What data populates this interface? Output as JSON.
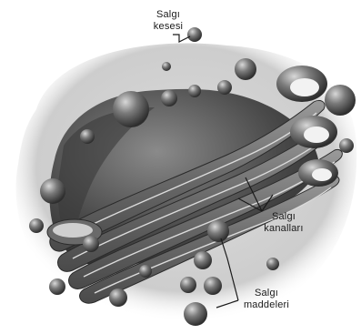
{
  "labels": {
    "vesicle": {
      "line1": "Salgı",
      "line2": "kesesi"
    },
    "channels": {
      "line1": "Salgı",
      "line2": "kanalları"
    },
    "materials": {
      "line1": "Salgı",
      "line2": "maddeleri"
    }
  },
  "icons": {
    "organelle": "golgi-apparatus-icon"
  },
  "colors": {
    "background": "#ffffff",
    "cytoplasm": "#cfcfcf",
    "body": "#4a4a4a",
    "cisterna": "#7a7a7a",
    "highlight": "#e8e8e8",
    "line": "#1a1a1a"
  }
}
